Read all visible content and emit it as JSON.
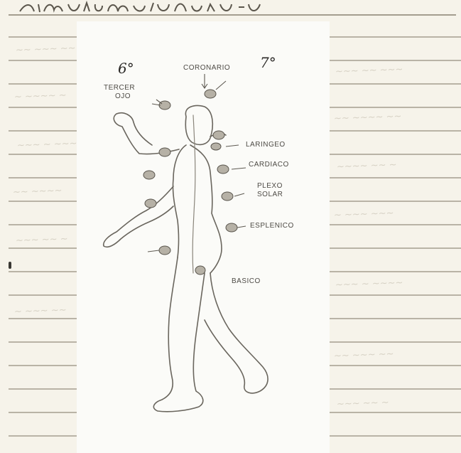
{
  "numbers": {
    "left": "6°",
    "right": "7°"
  },
  "labels": {
    "coronario": "CORONARIO",
    "tercer_ojo_line1": "TERCER",
    "tercer_ojo_line2": "OJO",
    "laringeo": "LARINGEO",
    "cardiaco": "CARDIACO",
    "plexo_line1": "PLEXO",
    "plexo_line2": "SOLAR",
    "esplenico": "ESPLENICO",
    "basico": "BASICO"
  },
  "colors": {
    "paper": "#f6f3ea",
    "rule": "#b9b3a6",
    "ink": "#4d4a45"
  }
}
